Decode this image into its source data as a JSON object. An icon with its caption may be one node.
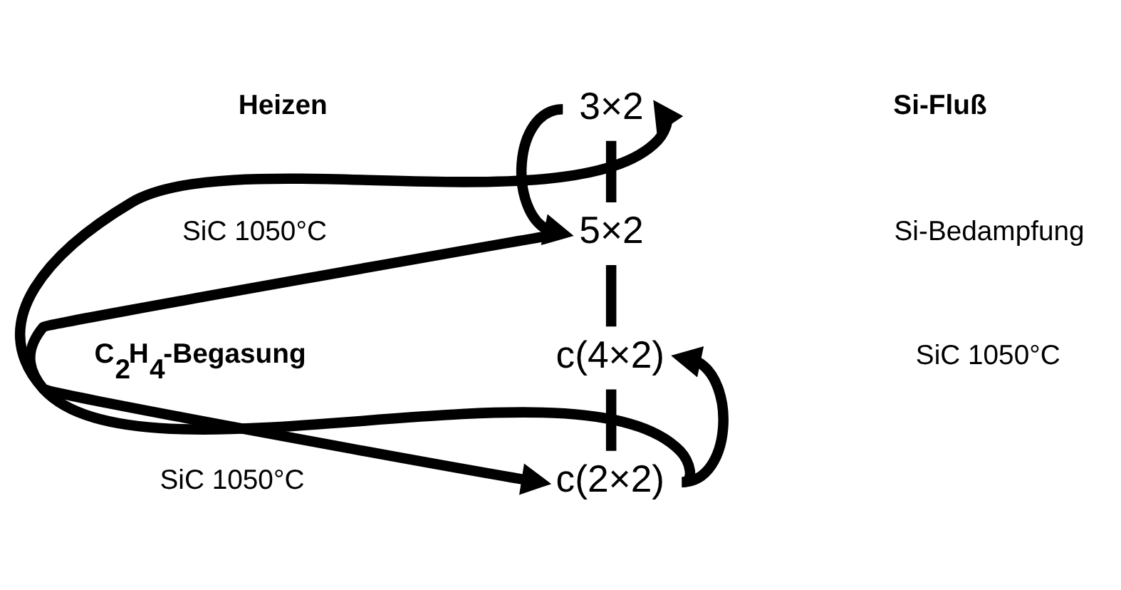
{
  "diagram": {
    "nodes": [
      {
        "text": [
          "3×2"
        ]
      },
      {
        "text": [
          "5×2"
        ]
      },
      {
        "text": [
          "c(4×2)"
        ]
      },
      {
        "text": [
          "c(2×2)"
        ]
      }
    ],
    "edges": [
      {
        "from": 0,
        "to": 1,
        "arrow": "none"
      },
      {
        "from": 1,
        "to": 2,
        "arrow": "none"
      },
      {
        "from": 2,
        "to": 3,
        "arrow": "none"
      },
      {
        "from": 0,
        "to": 1,
        "arrow": "to"
      },
      {
        "from": 1,
        "to": 3,
        "arrow": "to"
      },
      {
        "from": 3,
        "to": 2,
        "arrow": "to"
      },
      {
        "from": 3,
        "to": 0,
        "arrow": "to"
      }
    ],
    "labels": [
      "Heizen",
      "SiC 1050°C",
      "C$_{2}$H$_{4}$-Begasung",
      "SiC 1050°C",
      "Si-Fluß",
      "Si-Bedampfung",
      "SiC 1050°C"
    ]
  }
}
